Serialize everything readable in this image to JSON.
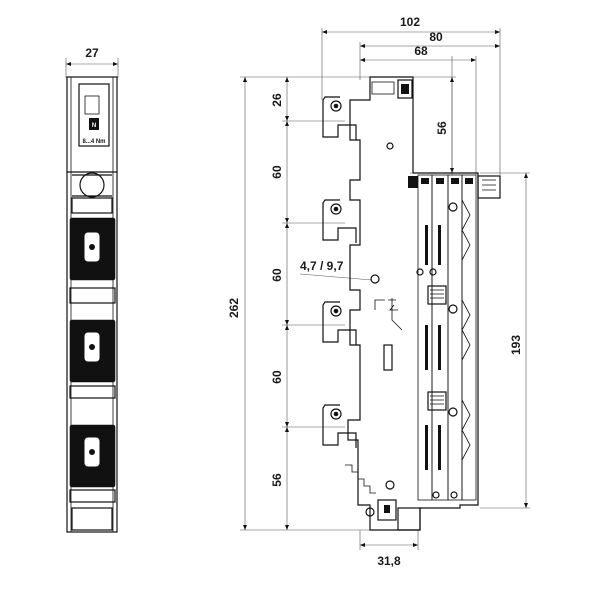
{
  "dimensions": {
    "front_width": "27",
    "side_total_width": "102",
    "side_width_80": "80",
    "side_width_68": "68",
    "total_height": "262",
    "pitch_26": "26",
    "pitch_60_a": "60",
    "pitch_60_b": "60",
    "pitch_60_c": "60",
    "pitch_56_bottom": "56",
    "depth_56": "56",
    "height_193": "193",
    "hole_size": "4,7 / 9,7",
    "bottom_width": "31,8"
  },
  "front_view": {
    "torque_label": "8...4 Nm",
    "switch_label": "N"
  }
}
